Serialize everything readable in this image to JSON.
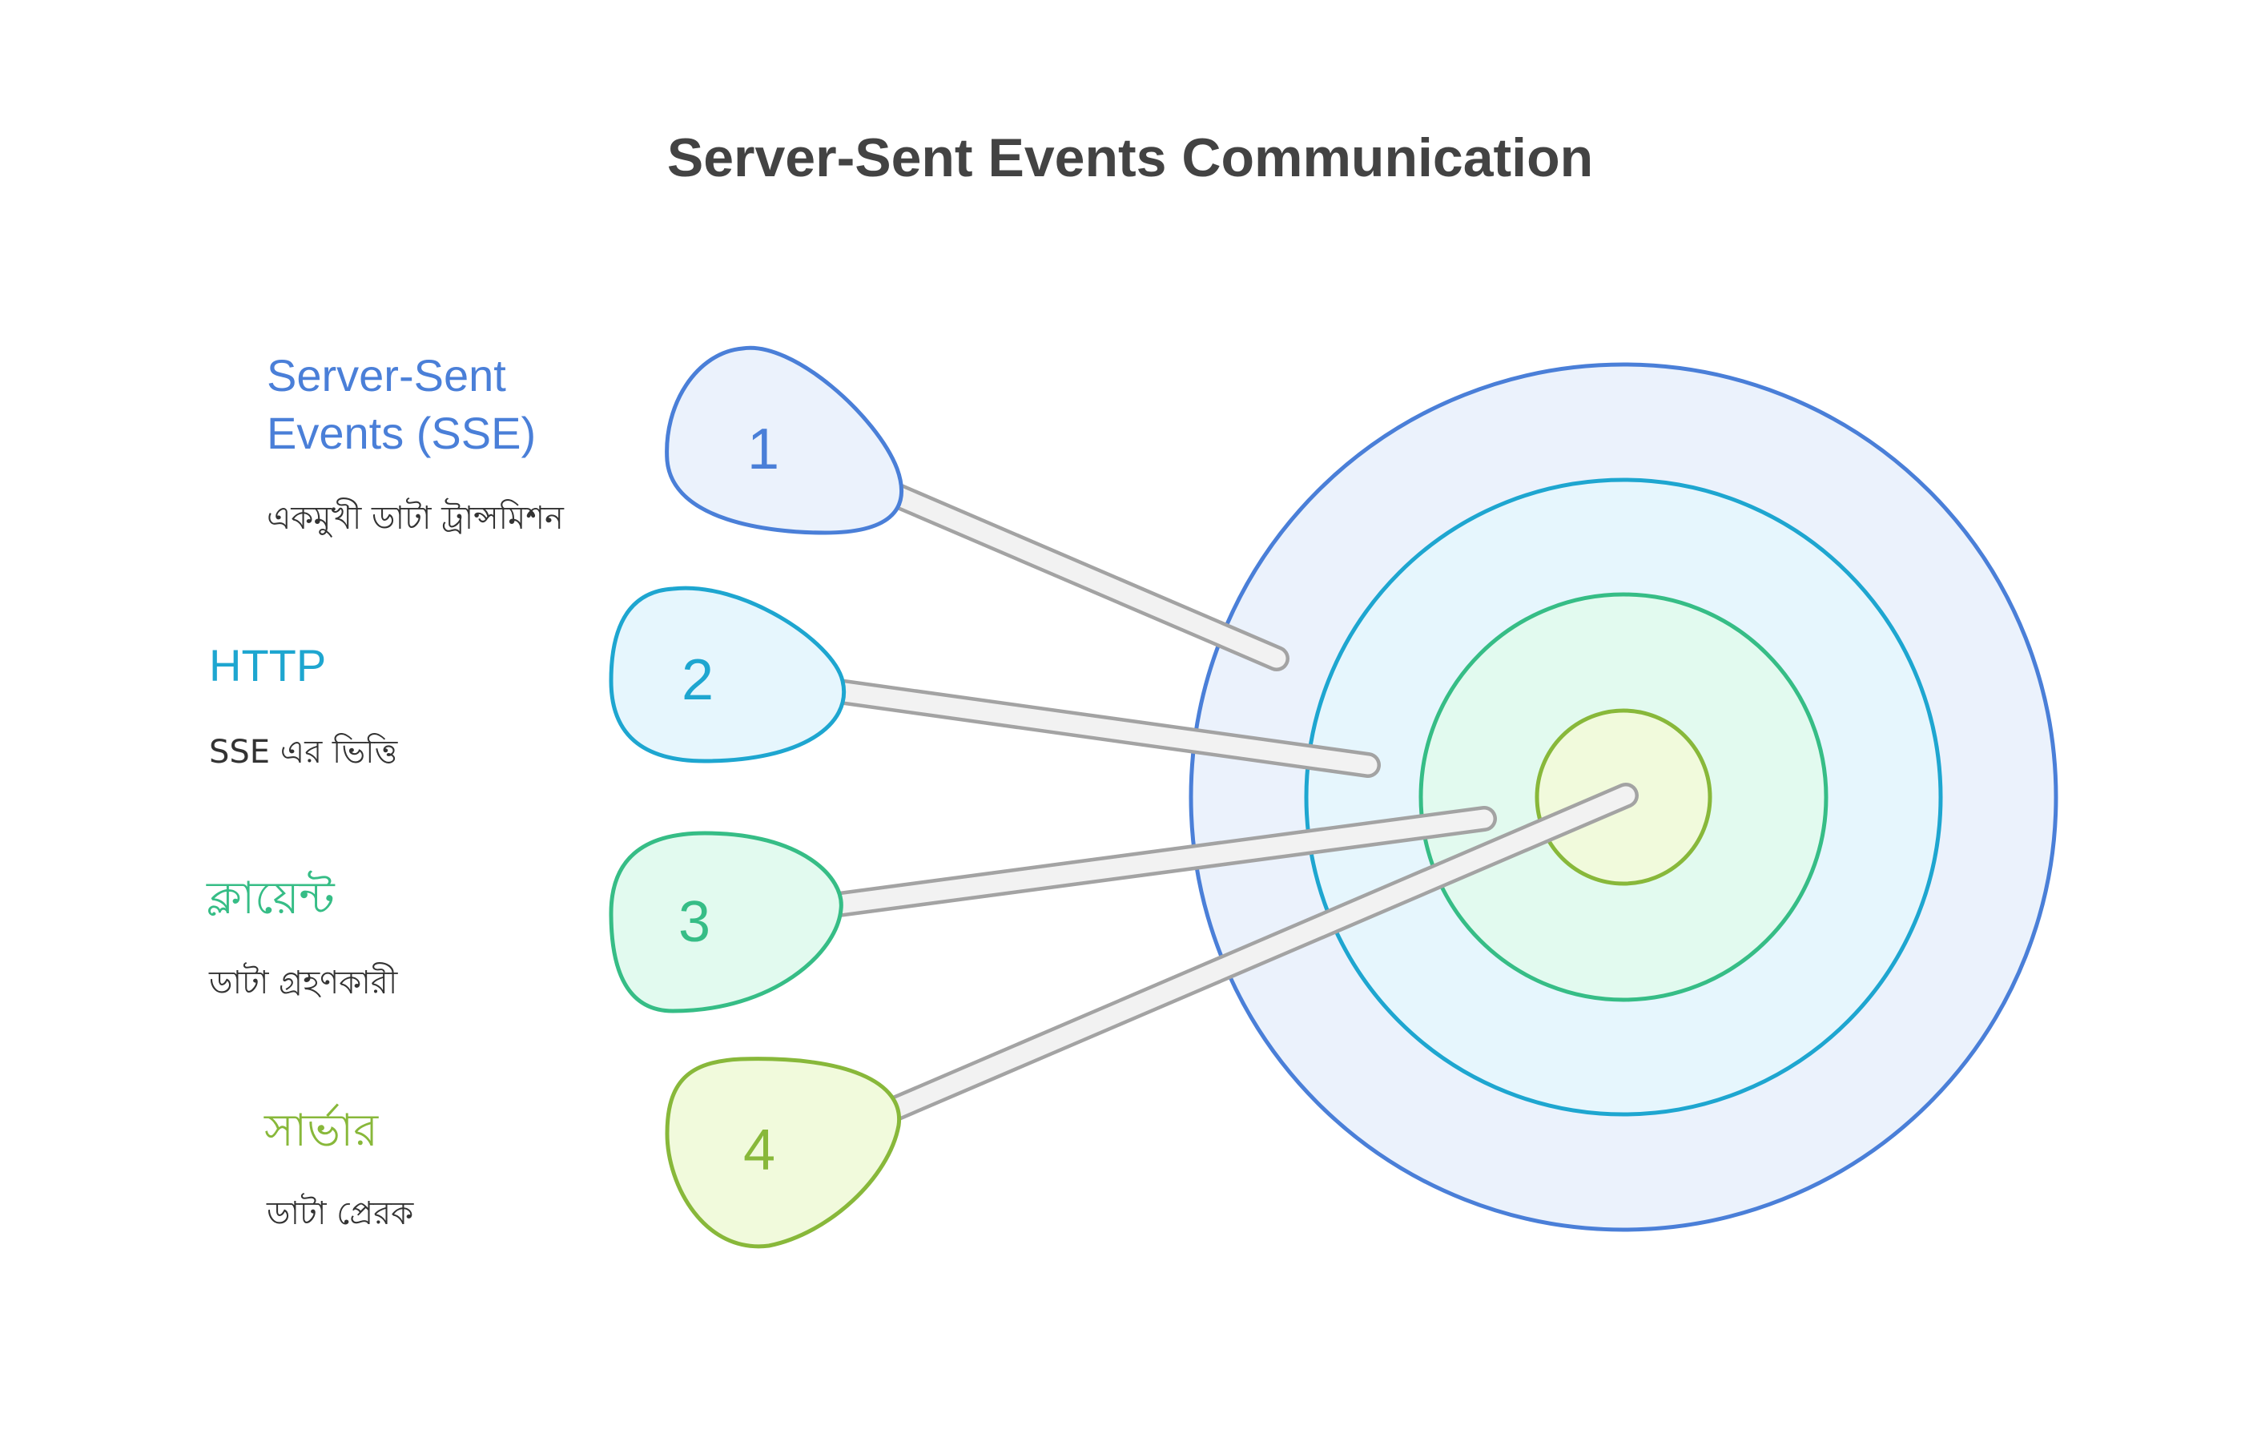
{
  "title": "Server-Sent Events Communication",
  "colors": {
    "blue": "#4a7fd8",
    "cyan": "#1ea6d0",
    "green": "#36bd86",
    "lime": "#88b83a",
    "arrow_stroke": "#a3a3a3",
    "arrow_fill": "#f2f2f2"
  },
  "items": [
    {
      "number": "1",
      "label_lines": [
        "Server-Sent",
        "Events (SSE)"
      ],
      "description": "একমুখী ডাটা ট্রান্সমিশন"
    },
    {
      "number": "2",
      "label_lines": [
        "HTTP"
      ],
      "description": "SSE এর ভিত্তি"
    },
    {
      "number": "3",
      "label_lines": [
        "ক্লায়েন্ট"
      ],
      "description": "ডাটা গ্রহণকারী"
    },
    {
      "number": "4",
      "label_lines": [
        "সার্ভার"
      ],
      "description": "ডাটা প্রেরক"
    }
  ]
}
